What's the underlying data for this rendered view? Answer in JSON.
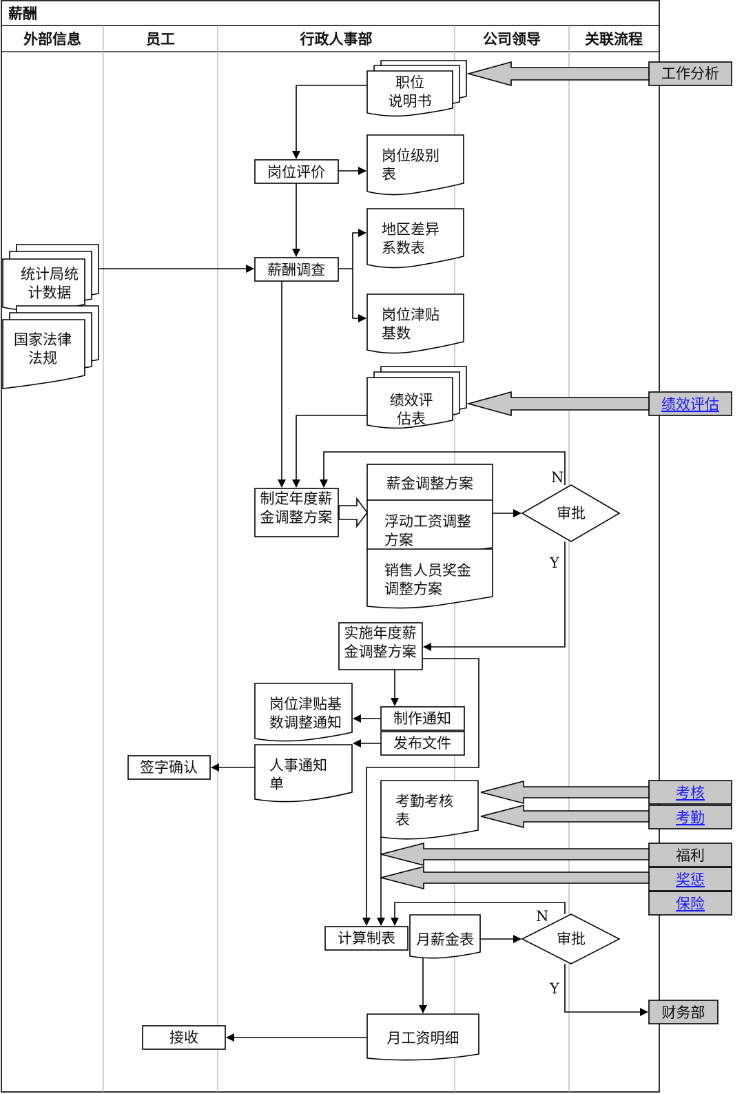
{
  "title": "薪酬",
  "lanes": [
    "外部信息",
    "员工",
    "行政人事部",
    "公司领导",
    "关联流程"
  ],
  "documents": {
    "job_desc": [
      "职位",
      "说明书"
    ],
    "level_table": [
      "岗位级别",
      "表"
    ],
    "region_factor": [
      "地区差异",
      "系数表"
    ],
    "allowance_base": [
      "岗位津贴",
      "基数"
    ],
    "perf_table": [
      "绩效评",
      "估表"
    ],
    "stats_data": [
      "统计局统",
      "计数据"
    ],
    "law": [
      "国家法律",
      "法规"
    ],
    "plan_salary": [
      "薪金调整方案"
    ],
    "plan_float": [
      "浮动工资调整",
      "方案"
    ],
    "plan_sales": [
      "销售人员奖金",
      "调整方案"
    ],
    "allowance_notice": [
      "岗位津贴基",
      "数调整通知"
    ],
    "hr_notice": [
      "人事通知",
      "单"
    ],
    "attendance_table": [
      "考勤考核",
      "表"
    ],
    "monthly_salary": [
      "月薪金表"
    ],
    "payslip": [
      "月工资明细"
    ]
  },
  "processes": {
    "job_eval": [
      "岗位评价"
    ],
    "salary_survey": [
      "薪酬调查"
    ],
    "make_plan": [
      "制定年度薪",
      "金调整方案"
    ],
    "implement": [
      "实施年度薪",
      "金调整方案"
    ],
    "make_notice": [
      "制作通知"
    ],
    "publish": [
      "发布文件"
    ],
    "sign": [
      "签字确认"
    ],
    "calc": [
      "计算制表"
    ],
    "receive": [
      "接收"
    ]
  },
  "decisions": {
    "approve1": "审批",
    "approve2": "审批"
  },
  "decision_labels": {
    "no1": "N",
    "yes1": "Y",
    "no2": "N",
    "yes2": "Y"
  },
  "related": {
    "job_analysis": "工作分析",
    "perf_eval": "绩效评估",
    "assessment": "考核",
    "attendance": "考勤",
    "welfare": "福利",
    "reward": "奖惩",
    "insurance": "保险",
    "finance": "财务部"
  },
  "colors": {
    "related_fill": "#c8c8c8",
    "link": "#1a1aff",
    "line": "#000000"
  }
}
